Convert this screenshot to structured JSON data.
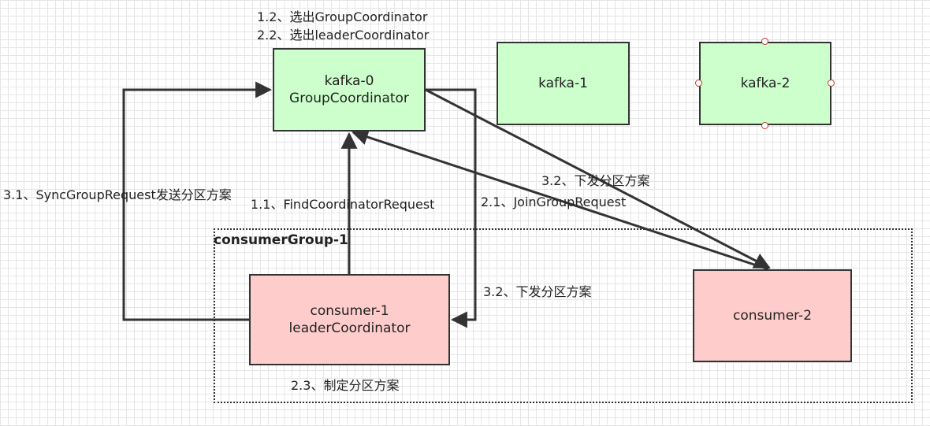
{
  "colors": {
    "green": "#ccffcc",
    "pink": "#ffcccc"
  },
  "nodes": {
    "kafka0": {
      "line1": "kafka-0",
      "line2": "GroupCoordinator"
    },
    "kafka1": {
      "line1": "kafka-1"
    },
    "kafka2": {
      "line1": "kafka-2"
    },
    "consumer1": {
      "line1": "consumer-1",
      "line2": "leaderCoordinator"
    },
    "consumer2": {
      "line1": "consumer-2"
    }
  },
  "group": {
    "label": "consumerGroup-1"
  },
  "labels": {
    "select_group_coordinator": "1.2、选出GroupCoordinator",
    "select_leader_coordinator": "2.2、选出leaderCoordinator",
    "sync_group_request": "3.1、SyncGroupRequest发送分区方案",
    "find_coordinator_request": "1.1、FindCoordinatorRequest",
    "join_group_request": "2.1、JoinGroupRequest",
    "dispatch_plan_c2": "3.2、下发分区方案",
    "dispatch_plan_c1": "3.2、下发分区方案",
    "make_plan": "2.3、制定分区方案"
  }
}
